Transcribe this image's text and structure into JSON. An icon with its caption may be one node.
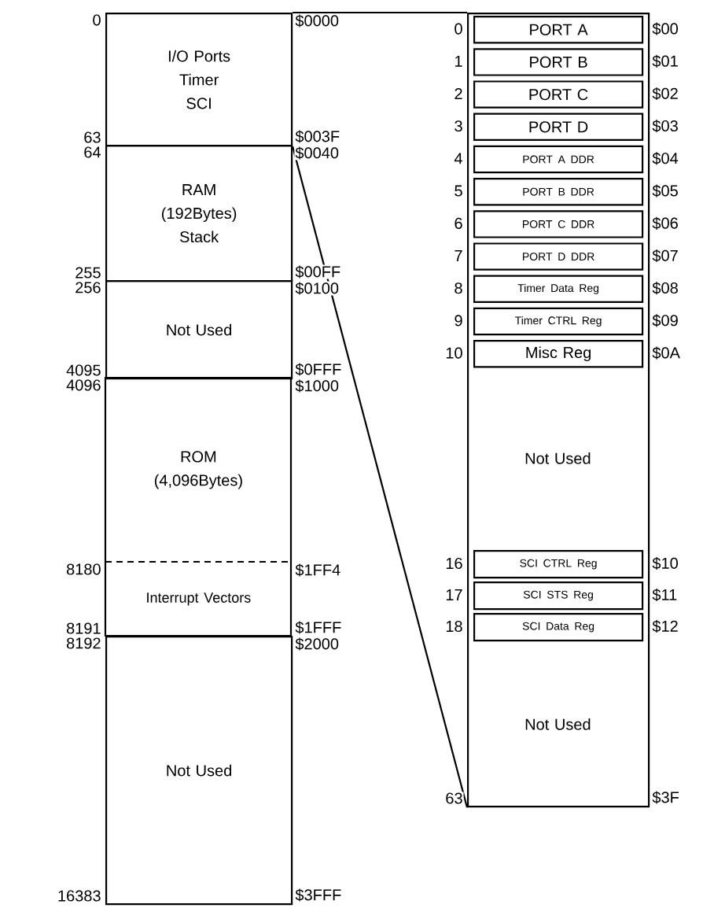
{
  "diagram": {
    "nodes": [
      {
        "text": [
          "I/O Ports",
          "Timer",
          "SCI"
        ],
        "beside": [
          "0",
          "$0000",
          "63",
          "$003F"
        ]
      },
      {
        "text": [
          "RAM",
          "(192Bytes)",
          "Stack"
        ],
        "beside": [
          "64",
          "$0040",
          "255",
          "$00FF"
        ]
      },
      {
        "text": [
          "Not Used"
        ],
        "beside": [
          "256",
          "$0100",
          "4095",
          "$0FFF"
        ]
      },
      {
        "text": [
          "ROM",
          "(4,096Bytes)"
        ],
        "beside": [
          "4096",
          "$1000"
        ]
      },
      {
        "text": [
          "Interrupt Vectors"
        ],
        "beside": [
          "8180",
          "$1FF4",
          "8191",
          "$1FFF"
        ]
      },
      {
        "text": [
          "Not Used"
        ],
        "beside": [
          "8192",
          "$2000",
          "16383",
          "$3FFF"
        ]
      },
      {
        "text": [],
        "shape": "box",
        "beside": [
          "63",
          "$3F"
        ]
      },
      {
        "text": [
          "PORT A"
        ],
        "in": 6,
        "beside": [
          "0",
          "$00"
        ]
      },
      {
        "text": [
          "PORT B"
        ],
        "in": 6,
        "beside": [
          "1",
          "$01"
        ]
      },
      {
        "text": [
          "PORT C"
        ],
        "in": 6,
        "beside": [
          "2",
          "$02"
        ]
      },
      {
        "text": [
          "PORT D"
        ],
        "in": 6,
        "beside": [
          "3",
          "$03"
        ]
      },
      {
        "text": [
          "PORT A DDR"
        ],
        "in": 6,
        "beside": [
          "4",
          "$04"
        ]
      },
      {
        "text": [
          "PORT B DDR"
        ],
        "in": 6,
        "beside": [
          "5",
          "$05"
        ]
      },
      {
        "text": [
          "PORT C DDR"
        ],
        "in": 6,
        "beside": [
          "6",
          "$06"
        ]
      },
      {
        "text": [
          "PORT D DDR"
        ],
        "in": 6,
        "beside": [
          "7",
          "$07"
        ]
      },
      {
        "text": [
          "Timer Data Reg"
        ],
        "in": 6,
        "beside": [
          "8",
          "$08"
        ]
      },
      {
        "text": [
          "Timer CTRL Reg"
        ],
        "in": 6,
        "beside": [
          "9",
          "$09"
        ]
      },
      {
        "text": [
          "Misc Reg"
        ],
        "in": 6,
        "beside": [
          "10",
          "$0A"
        ]
      },
      {
        "text": [
          "Not Used"
        ],
        "in": 6
      },
      {
        "text": [
          "SCI CTRL Reg"
        ],
        "in": 6,
        "beside": [
          "16",
          "$10"
        ]
      },
      {
        "text": [
          "SCI STS Reg"
        ],
        "in": 6,
        "beside": [
          "17",
          "$11"
        ]
      },
      {
        "text": [
          "SCI Data Reg"
        ],
        "in": 6,
        "beside": [
          "18",
          "$12"
        ]
      },
      {
        "text": [
          "Not Used"
        ],
        "in": 6
      }
    ],
    "edges": [
      {
        "from": 0,
        "to": 6,
        "arrow": "none"
      },
      {
        "from": 0,
        "to": 6,
        "arrow": "none"
      }
    ]
  }
}
